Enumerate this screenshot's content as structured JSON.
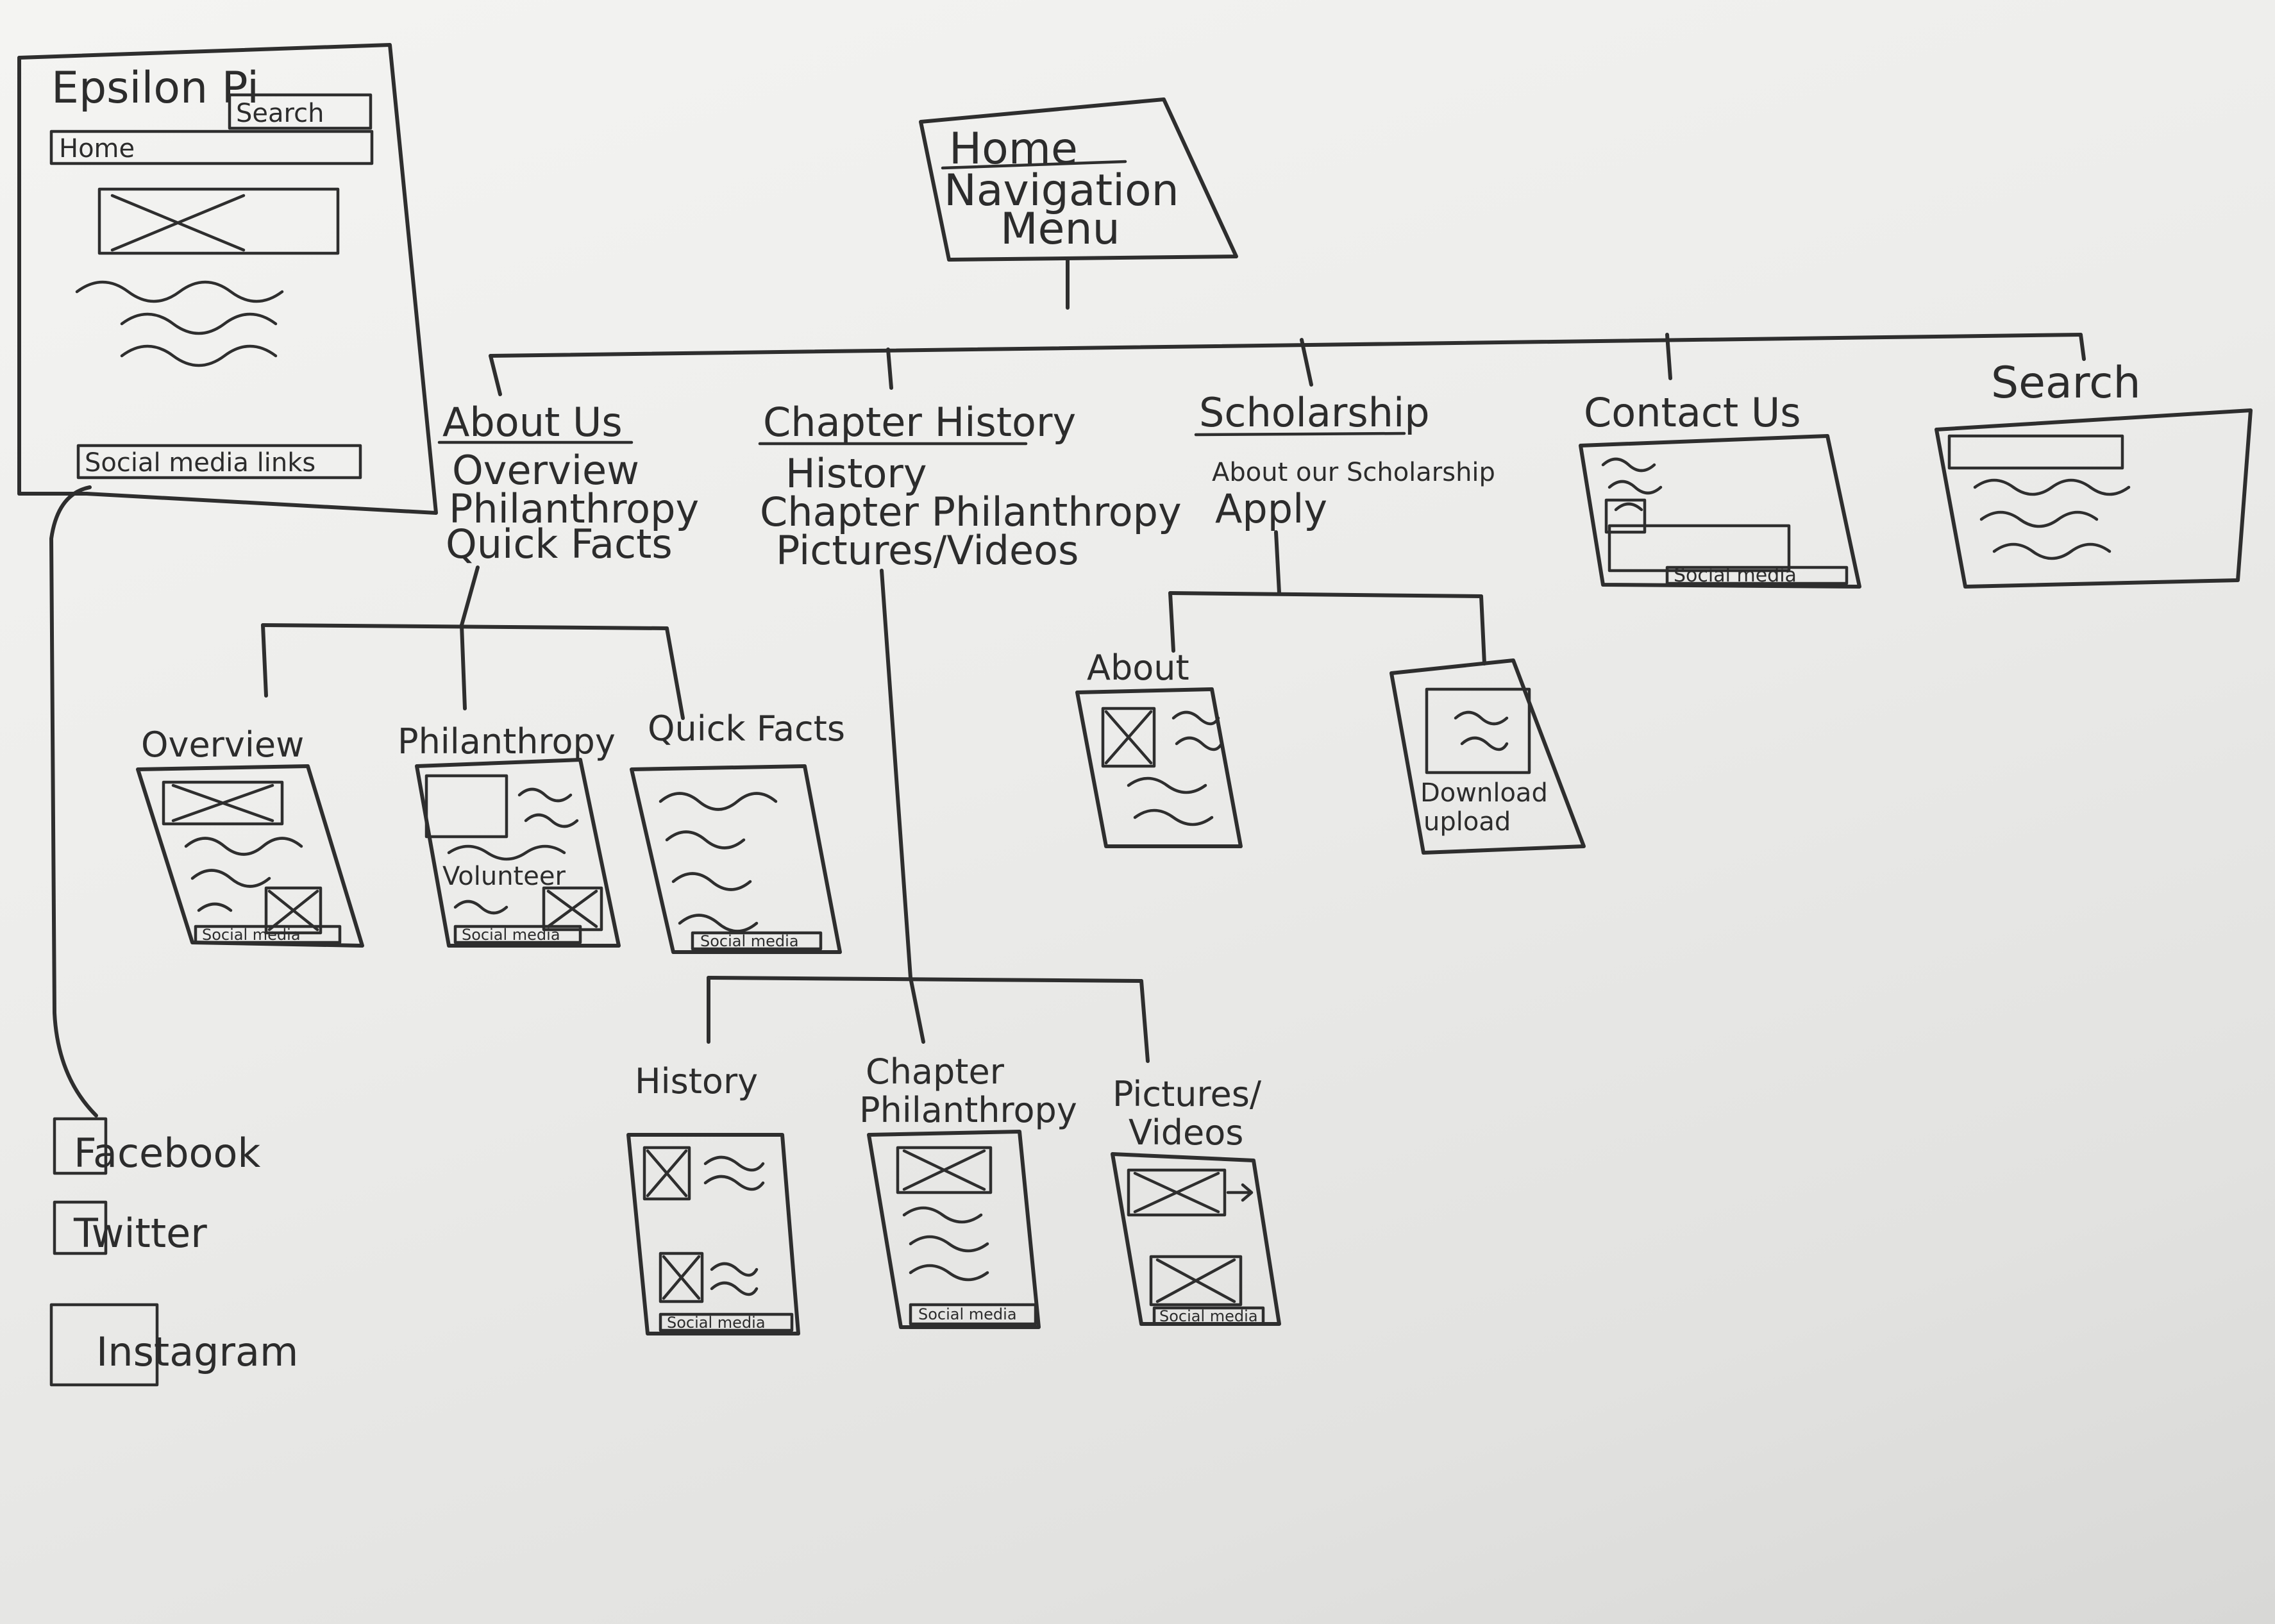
{
  "home_mockup": {
    "title": "Epsilon Pi",
    "search_label": "Search",
    "nav_label": "Home",
    "footer_label": "Social media links"
  },
  "root": {
    "line1": "Home",
    "line2": "Navigation",
    "line3": "Menu"
  },
  "sections": {
    "about_us": {
      "title": "About Us",
      "items": [
        "Overview",
        "Philanthropy",
        "Quick Facts"
      ]
    },
    "chapter_history": {
      "title": "Chapter History",
      "items": [
        "History",
        "Chapter Philanthropy",
        "Pictures/Videos"
      ]
    },
    "scholarship": {
      "title": "Scholarship",
      "items": [
        "About our Scholarship",
        "Apply"
      ]
    },
    "contact_us": {
      "title": "Contact Us",
      "footer_label": "Social media"
    },
    "search": {
      "title": "Search"
    }
  },
  "pages": {
    "overview": {
      "title": "Overview",
      "footer": "Social media"
    },
    "philanthropy": {
      "title": "Philanthropy",
      "note": "Volunteer",
      "footer": "Social media"
    },
    "quick_facts": {
      "title": "Quick Facts",
      "footer": "Social media"
    },
    "history": {
      "title": "History",
      "footer": "Social media"
    },
    "chapter_philanthropy": {
      "title_line1": "Chapter",
      "title_line2": "Philanthropy",
      "footer": "Social media"
    },
    "pictures_videos": {
      "title_line1": "Pictures/",
      "title_line2": "Videos",
      "footer": "Social media"
    },
    "about_scholarship": {
      "title": "About"
    },
    "apply": {
      "line1": "Download",
      "line2": "upload"
    }
  },
  "social_links": {
    "facebook": "Facebook",
    "twitter": "Twitter",
    "instagram": "Instagram"
  }
}
